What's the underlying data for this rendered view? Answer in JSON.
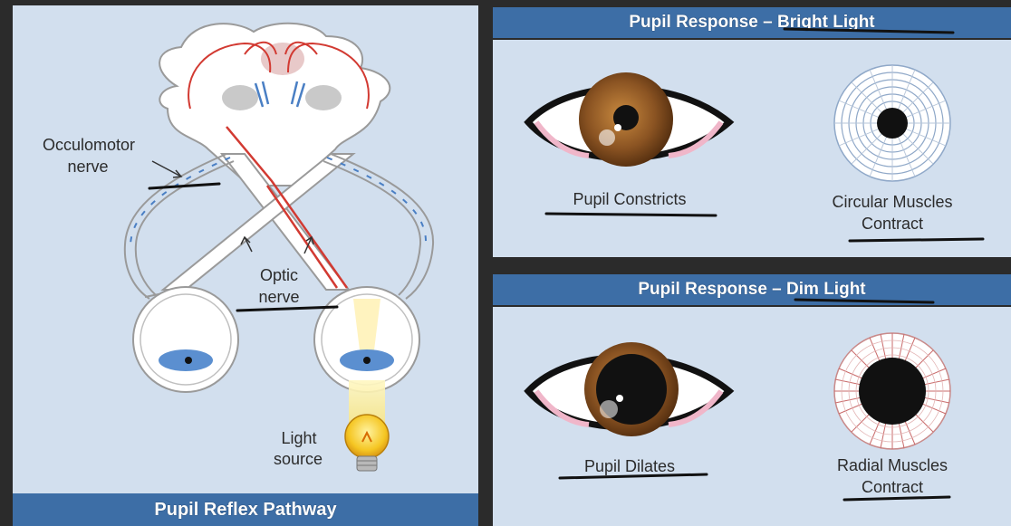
{
  "left": {
    "labels": {
      "occulomotor_line1": "Occulomotor",
      "occulomotor_line2": "nerve",
      "optic_line1": "Optic",
      "optic_line2": "nerve",
      "light_line1": "Light",
      "light_line2": "source"
    },
    "title": "Pupil Reflex Pathway"
  },
  "bright": {
    "title": "Pupil Response – Bright Light",
    "eye_label": "Pupil Constricts",
    "muscle_line1": "Circular Muscles",
    "muscle_line2": "Contract"
  },
  "dim": {
    "title": "Pupil Response – Dim Light",
    "eye_label": "Pupil Dilates",
    "muscle_line1": "Radial Muscles",
    "muscle_line2": "Contract"
  },
  "colors": {
    "panel": "#d2dfee",
    "title_bar": "#3d6ea6",
    "nerve_red": "#d23a32",
    "nerve_blue": "#4a7fc4",
    "iris": "#8a5322"
  }
}
